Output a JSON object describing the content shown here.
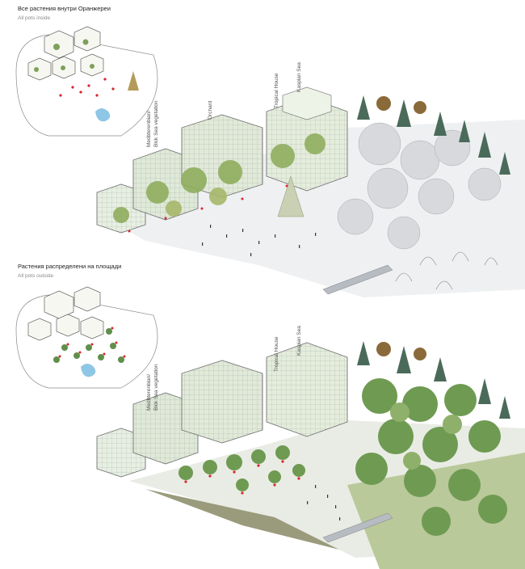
{
  "top": {
    "heading": "Все растения внутри Оранжереи",
    "subheading": "All pots inside",
    "labels": {
      "med_line1": "Medbterenbian/",
      "med_line2": "Blck Sea vegetation",
      "orchard": "Orchard",
      "tropical": "Tropical House",
      "kaspian": "Kaspian Sea"
    }
  },
  "bottom": {
    "heading": "Растения распределени на площади",
    "subheading": "All pots outside",
    "labels": {
      "med_line1": "Medbterenbian/",
      "med_line2": "Blck Sea vegetation",
      "tropical": "Tropical House",
      "kaspian": "Kaspian Sea"
    }
  },
  "colors": {
    "snow": "#eef0f2",
    "winter_tree": "#d7d9dc",
    "spruce": "#4b6b5a",
    "autumn_tree": "#8a6a3a",
    "summer_tree": "#6f9a52",
    "glass": "#e6efe2",
    "pot_marker": "#d8262a",
    "water": "#8ec6e6"
  },
  "icons": [
    "greenhouse-cube-icon",
    "tree-icon",
    "spruce-icon",
    "pot-marker-icon",
    "pond-icon"
  ]
}
